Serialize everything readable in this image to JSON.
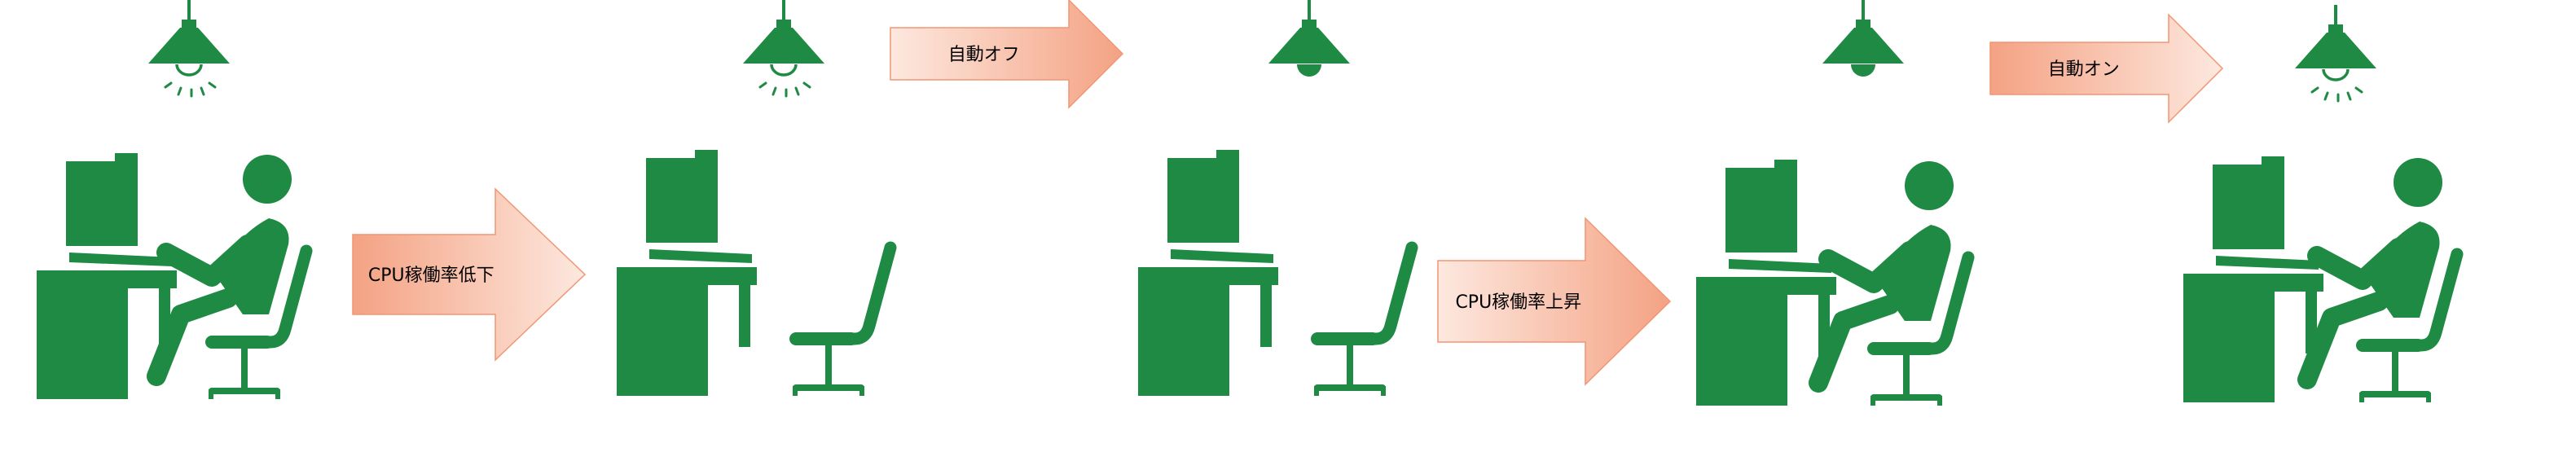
{
  "colors": {
    "figure": "#1f8a43",
    "arrow_strong": "#f4a283",
    "arrow_light": "#fde8df",
    "arrow_stroke": "#f19673",
    "label": "#000000",
    "background": "#ffffff"
  },
  "steps": [
    {
      "id": "occupied",
      "person_present": true,
      "lamp_on": true
    },
    {
      "id": "away",
      "person_present": false,
      "lamp_on": true
    },
    {
      "id": "away-dark",
      "person_present": false,
      "lamp_on": false
    },
    {
      "id": "returned-dark",
      "person_present": true,
      "lamp_on": false
    },
    {
      "id": "returned-lit",
      "person_present": true,
      "lamp_on": true
    }
  ],
  "arrows": [
    {
      "id": "cpu-low",
      "label": "CPU稼働率低下",
      "gradient": "strong-to-light"
    },
    {
      "id": "auto-off",
      "label": "自動オフ",
      "gradient": "light-to-strong"
    },
    {
      "id": "cpu-high",
      "label": "CPU稼働率上昇",
      "gradient": "light-to-strong"
    },
    {
      "id": "auto-on",
      "label": "自動オン",
      "gradient": "strong-to-light"
    }
  ],
  "icons": [
    "pendant-lamp-icon",
    "desk-computer-icon",
    "office-chair-icon",
    "seated-person-icon"
  ]
}
